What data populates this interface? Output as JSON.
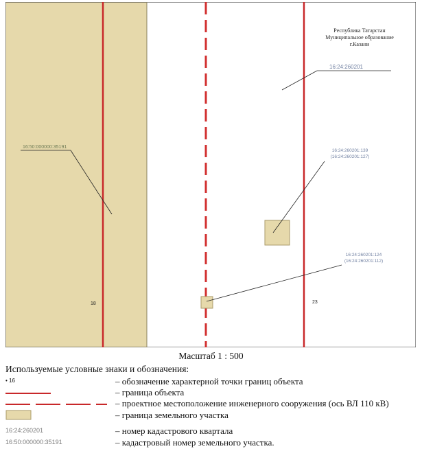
{
  "map": {
    "region_lines": [
      "Республика Татарстан",
      "Муниципальное образование",
      "г.Казани"
    ],
    "quarter_label": "16:24:260201",
    "parcel_left_label": "16:50:000000:35191",
    "parcel_mid_label_1": "16:24:260201:139",
    "parcel_mid_label_2": "(16:24:260201:127)",
    "parcel_low_label_1": "16:24:260201:124",
    "parcel_low_label_2": "(16:24:260201:112)",
    "point_18": "18",
    "point_23": "23",
    "colors": {
      "parcel_fill": "#e6d9ab",
      "boundary": "#c8282a",
      "label": "#6f7fa0"
    }
  },
  "caption": "Масштаб 1 : 500",
  "legend": {
    "title": "Используемые условные знаки и обозначения:",
    "items": [
      {
        "symbol_text": "• 16",
        "desc": "– обозначение характерной точки границ объекта"
      },
      {
        "symbol_text": "",
        "desc": "– граница объекта"
      },
      {
        "symbol_text": "",
        "desc": "– проектное местоположение инженерного сооружения (ось ВЛ 110 кВ)"
      },
      {
        "symbol_text": "",
        "desc": "– граница земельного участка"
      },
      {
        "symbol_text": "16:24:260201",
        "desc": "– номер кадастрового квартала"
      },
      {
        "symbol_text": "16:50:000000:35191",
        "desc": "– кадастровый номер земельного участка."
      }
    ]
  }
}
